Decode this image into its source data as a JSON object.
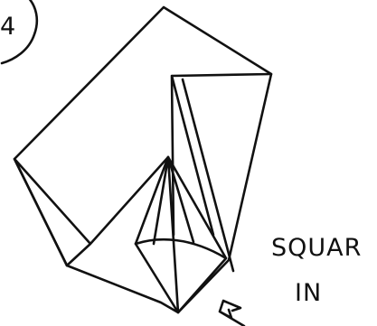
{
  "diagram": {
    "step_number": "4",
    "label_line1": "SQUAR",
    "label_line2": "IN"
  }
}
